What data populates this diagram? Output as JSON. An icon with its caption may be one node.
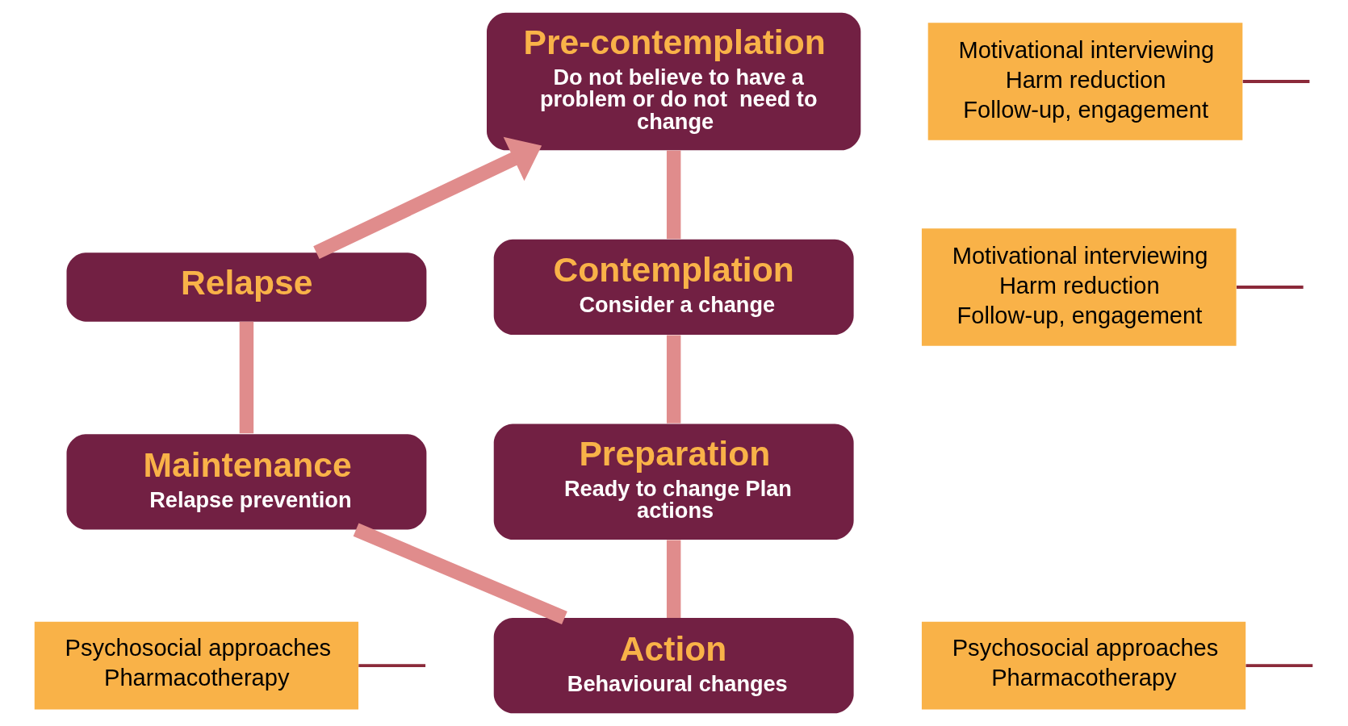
{
  "diagram": {
    "nodes": [
      {
        "text": [
          "Pre-contemplation",
          "Do not believe to have a problem or do not  need to change"
        ]
      },
      {
        "text": [
          "Contemplation",
          "Consider a change"
        ]
      },
      {
        "text": [
          "Preparation",
          "Ready to change Plan actions"
        ]
      },
      {
        "text": [
          "Action",
          "Behavioural changes"
        ]
      },
      {
        "text": [
          "Maintenance",
          "Relapse prevention"
        ]
      },
      {
        "text": [
          "Relapse"
        ]
      },
      {
        "text": [
          "Motivational interviewing",
          "Harm reduction",
          "Follow-up, engagement"
        ]
      },
      {
        "text": [
          "Motivational interviewing",
          "Harm reduction",
          "Follow-up, engagement"
        ]
      },
      {
        "text": [
          "Psychosocial approaches",
          "Pharmacotherapy"
        ]
      },
      {
        "text": [
          "Psychosocial approaches",
          "Pharmacotherapy"
        ]
      }
    ],
    "edges": [
      {
        "from": 0,
        "to": 1,
        "arrow": "none"
      },
      {
        "from": 1,
        "to": 2,
        "arrow": "none"
      },
      {
        "from": 2,
        "to": 3,
        "arrow": "none"
      },
      {
        "from": 3,
        "to": 4,
        "arrow": "none"
      },
      {
        "from": 4,
        "to": 5,
        "arrow": "none"
      },
      {
        "from": 5,
        "to": 0,
        "arrow": "to"
      },
      {
        "from": 6,
        "to": null,
        "arrow": "none",
        "color": "#8b2a3a"
      },
      {
        "from": 7,
        "to": null,
        "arrow": "none",
        "color": "#8b2a3a"
      },
      {
        "from": 8,
        "to": null,
        "arrow": "none",
        "color": "#8b2a3a"
      },
      {
        "from": 9,
        "to": null,
        "arrow": "none",
        "color": "#8b2a3a"
      }
    ]
  }
}
